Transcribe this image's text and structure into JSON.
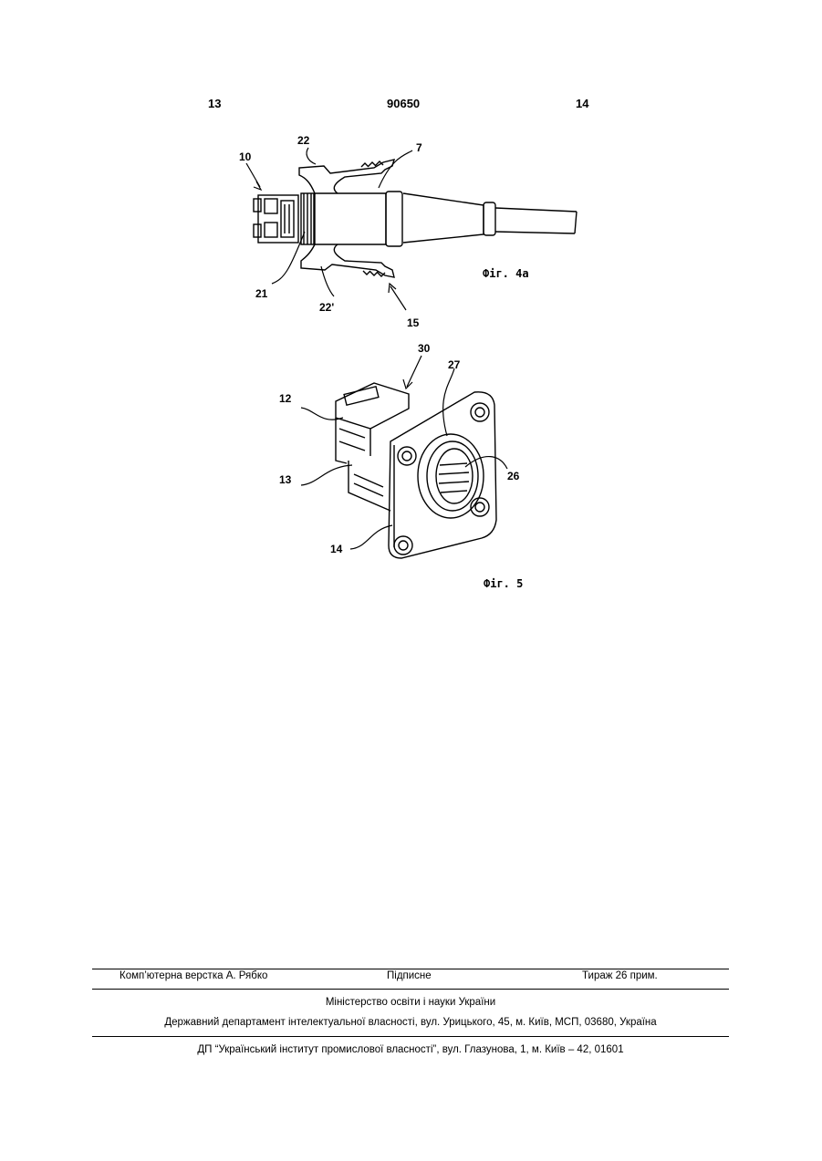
{
  "header": {
    "page_left": "13",
    "patent_number": "90650",
    "page_right": "14"
  },
  "figure_4a": {
    "caption": "Фіг. 4а",
    "labels": [
      "10",
      "22",
      "7",
      "21",
      "22'",
      "15"
    ]
  },
  "figure_5": {
    "caption": "Фіг. 5",
    "labels": [
      "30",
      "27",
      "12",
      "13",
      "26",
      "14"
    ]
  },
  "footer": {
    "layout": "Комп’ютерна верстка А. Рябко",
    "signed": "Підписне",
    "circulation": "Тираж 26 прим.",
    "ministry": "Міністерство освіти і науки України",
    "department": "Державний департамент інтелектуальної власності, вул. Урицького, 45, м. Київ, МСП, 03680, Україна",
    "institute": "ДП “Український інститут промислової власності”, вул. Глазунова, 1, м. Київ – 42, 01601"
  }
}
